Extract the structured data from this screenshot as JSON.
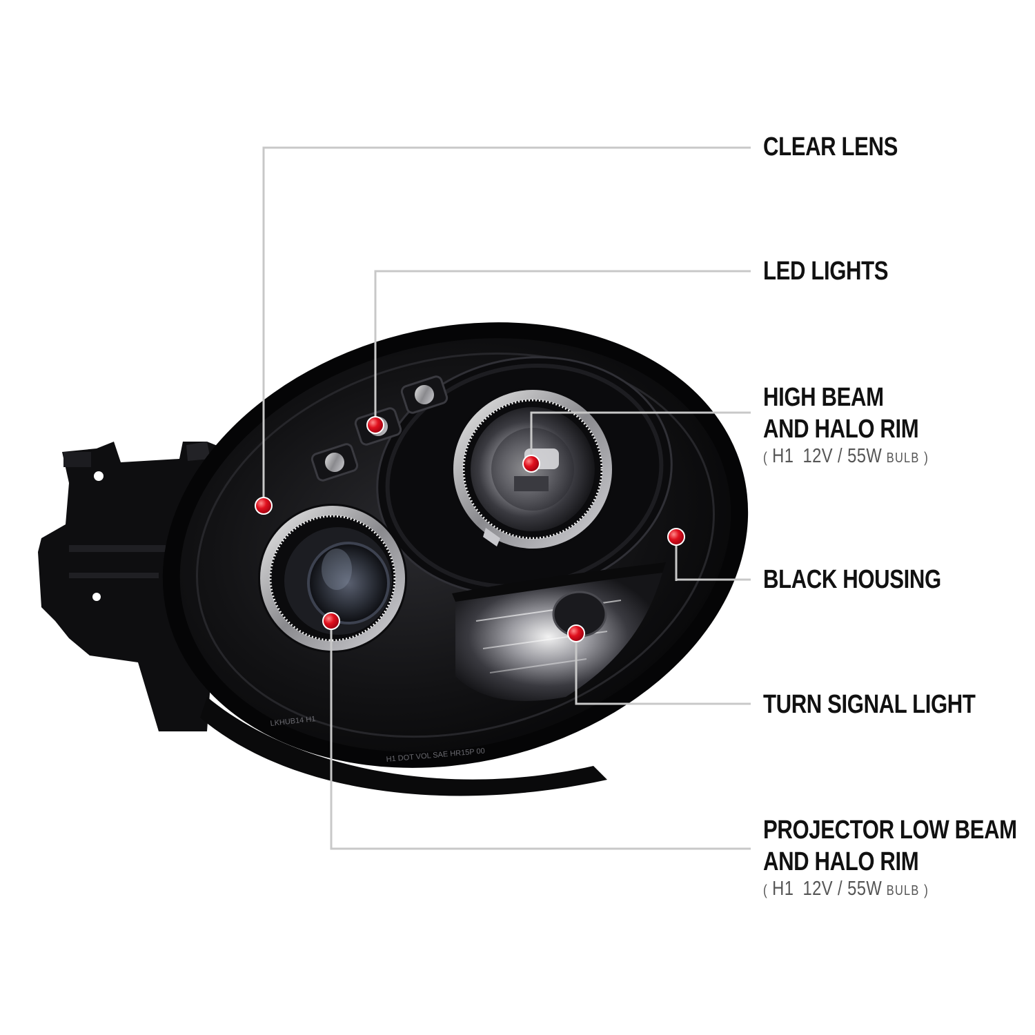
{
  "colors": {
    "background": "#ffffff",
    "leader_line": "#c8c8c8",
    "marker_dot": "#e0101e",
    "label_text": "#111111",
    "spec_text": "#555555",
    "housing": "#0b0b0d"
  },
  "callouts": [
    {
      "id": "clear-lens",
      "lines": [
        "CLEAR LENS"
      ]
    },
    {
      "id": "led-lights",
      "lines": [
        "LED LIGHTS"
      ]
    },
    {
      "id": "high-beam",
      "lines": [
        "HIGH BEAM",
        "AND HALO RIM"
      ],
      "spec": {
        "open": "(",
        "bulb_type": "H1",
        "voltage_wattage": "12V / 55W",
        "bulb": "BULB",
        "close": ")"
      }
    },
    {
      "id": "black-housing",
      "lines": [
        "BLACK HOUSING"
      ]
    },
    {
      "id": "turn-signal",
      "lines": [
        "TURN SIGNAL LIGHT"
      ]
    },
    {
      "id": "projector-low-beam",
      "lines": [
        "PROJECTOR LOW BEAM",
        "AND HALO RIM"
      ],
      "spec": {
        "open": "(",
        "bulb_type": "H1",
        "voltage_wattage": "12V / 55W",
        "bulb": "BULB",
        "close": ")"
      }
    }
  ],
  "lens_markings": {
    "line1": "LKHUB14  H1",
    "line2": "H1 DOT VOL SAE HR15P 00"
  }
}
